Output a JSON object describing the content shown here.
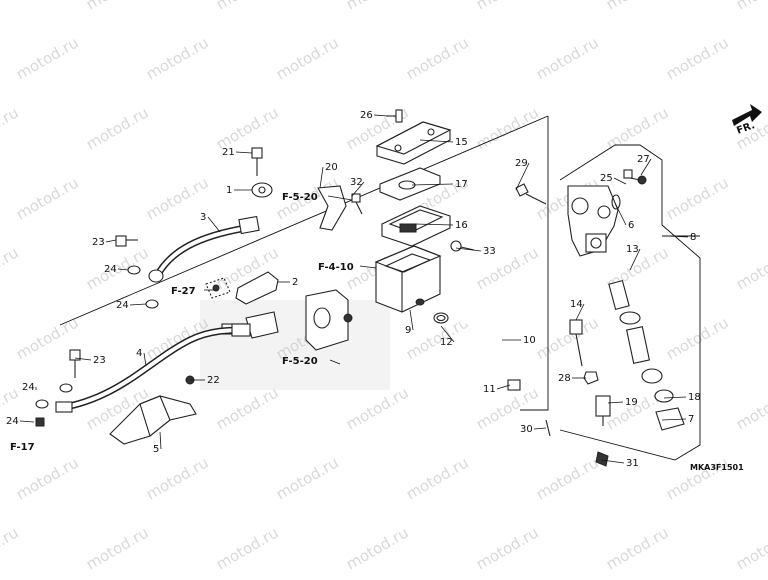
{
  "watermark": {
    "text": "motod.ru"
  },
  "diagram_code": "MKA3F1501",
  "direction_label": "FR.",
  "part_numbers": [
    "1",
    "2",
    "3",
    "4",
    "5",
    "6",
    "7",
    "8",
    "9",
    "10",
    "11",
    "12",
    "13",
    "14",
    "15",
    "16",
    "17",
    "18",
    "19",
    "20",
    "21",
    "22",
    "23",
    "23",
    "24",
    "24",
    "24",
    "24",
    "25",
    "26",
    "27",
    "28",
    "29",
    "30",
    "31",
    "32",
    "33"
  ],
  "refs": [
    "F-5-20",
    "F-4-10",
    "F-27",
    "F-5-20",
    "F-17"
  ]
}
